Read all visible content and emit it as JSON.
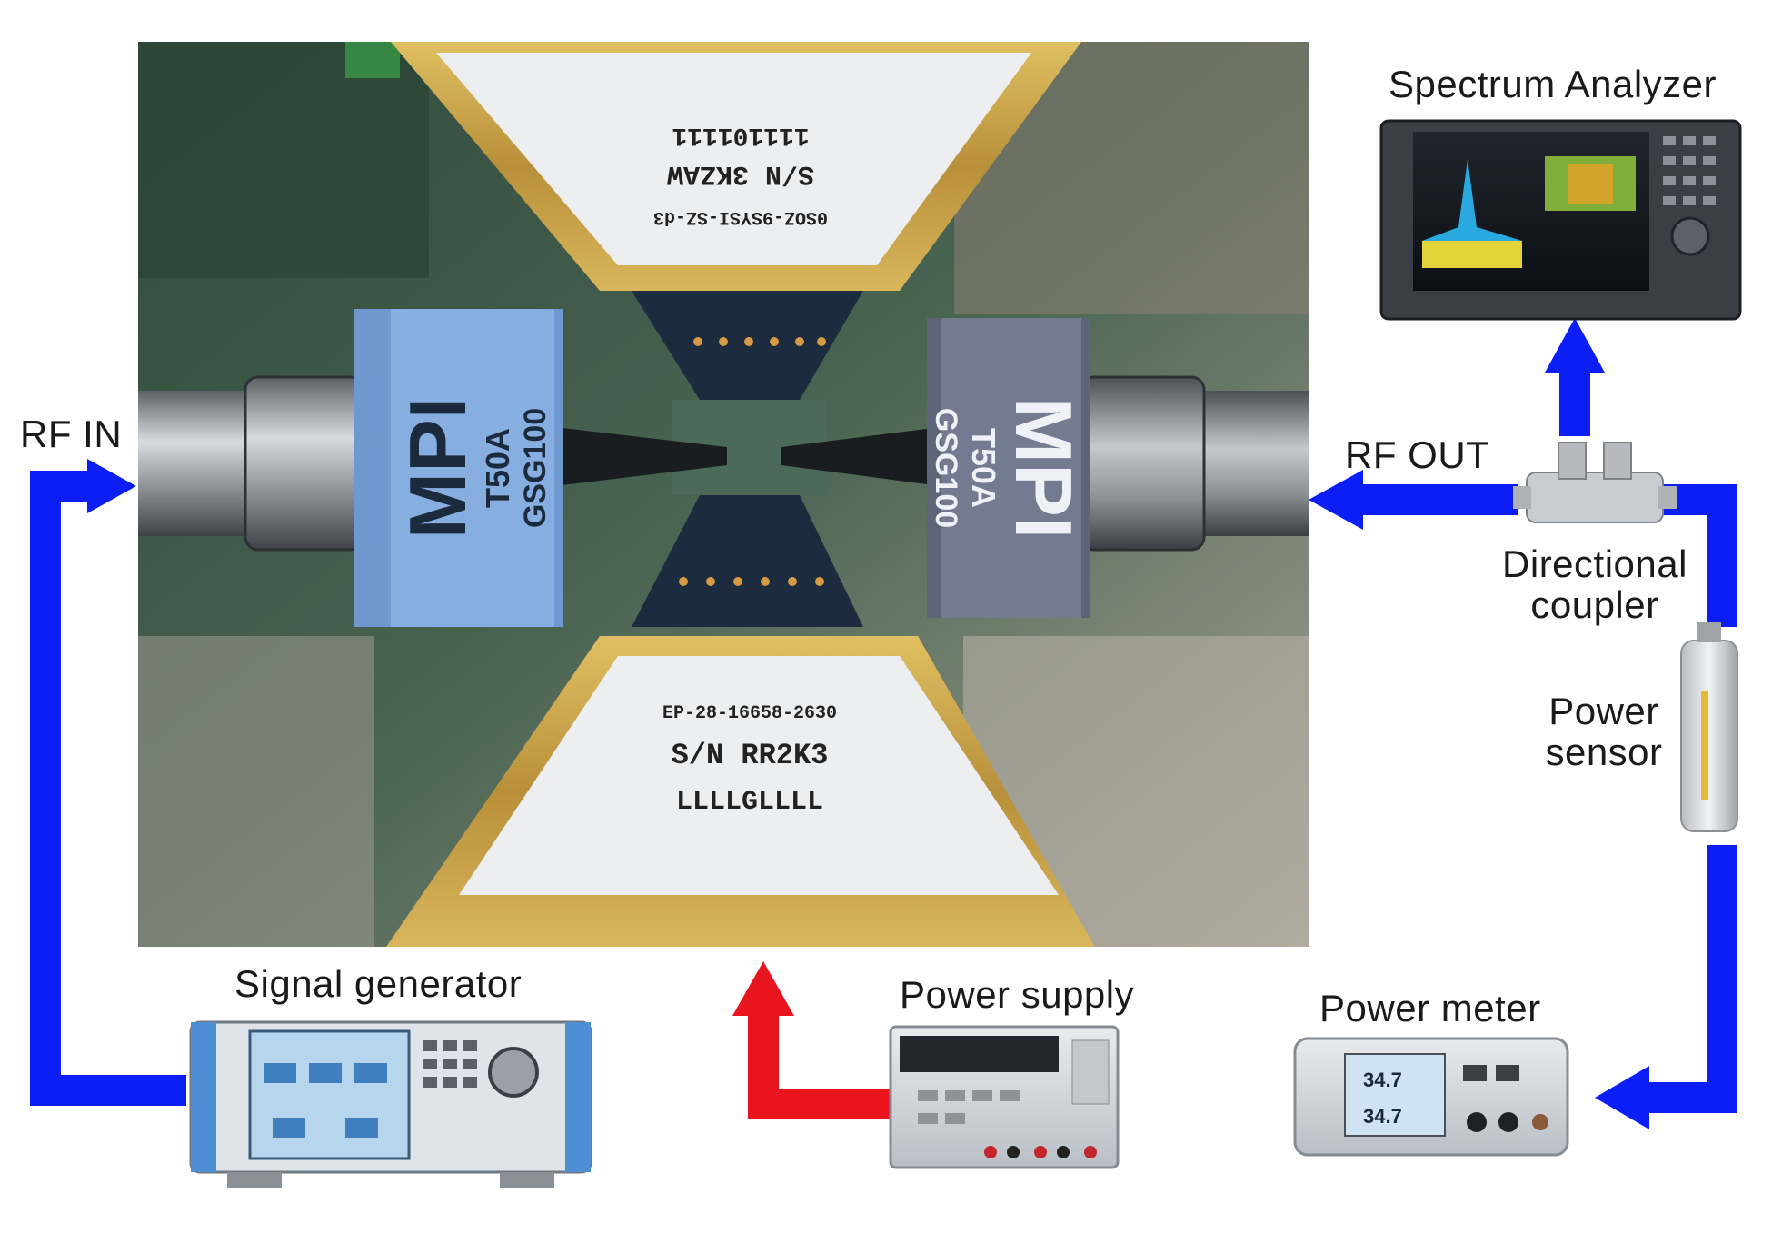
{
  "labels": {
    "rf_in": "RF IN",
    "rf_out": "RF OUT",
    "spectrum_analyzer": "Spectrum Analyzer",
    "directional_coupler_line1": "Directional",
    "directional_coupler_line2": "coupler",
    "power_sensor_line1": "Power",
    "power_sensor_line2": "sensor",
    "power_meter": "Power meter",
    "power_supply": "Power supply",
    "signal_generator": "Signal generator"
  },
  "probe_left": {
    "brand": "MPI",
    "model": "T50A",
    "serial": "GSG100"
  },
  "probe_right": {
    "brand": "MPI",
    "model": "T50A",
    "serial": "GSG100"
  },
  "dc_probe_top": {
    "line1": "111101111",
    "line2": "S/N  3KZAW",
    "line3": "0SOZ-9SYSI-SZ-d3"
  },
  "dc_probe_bottom": {
    "line1": "EP-28-16658-2630",
    "line2": "S/N  RR2K3",
    "line3": "LLLLGLLLL"
  },
  "meter_display": {
    "reading1": "34.7",
    "reading2": "34.7"
  },
  "colors": {
    "signal_path_blue": "#0a1ef5",
    "dc_supply_red": "#e8141e",
    "probe_blue": "#7fa6d6",
    "probe_gray": "#6f7486",
    "pcb_green": "#3d5a4a",
    "gold": "#c8a24a"
  },
  "icons": {
    "arrow_rf_in": "arrow-right-icon",
    "arrow_rf_out": "arrow-left-icon",
    "arrow_to_analyzer": "arrow-up-icon",
    "arrow_dc_supply": "arrow-up-icon",
    "arrow_to_meter": "arrow-left-icon"
  }
}
